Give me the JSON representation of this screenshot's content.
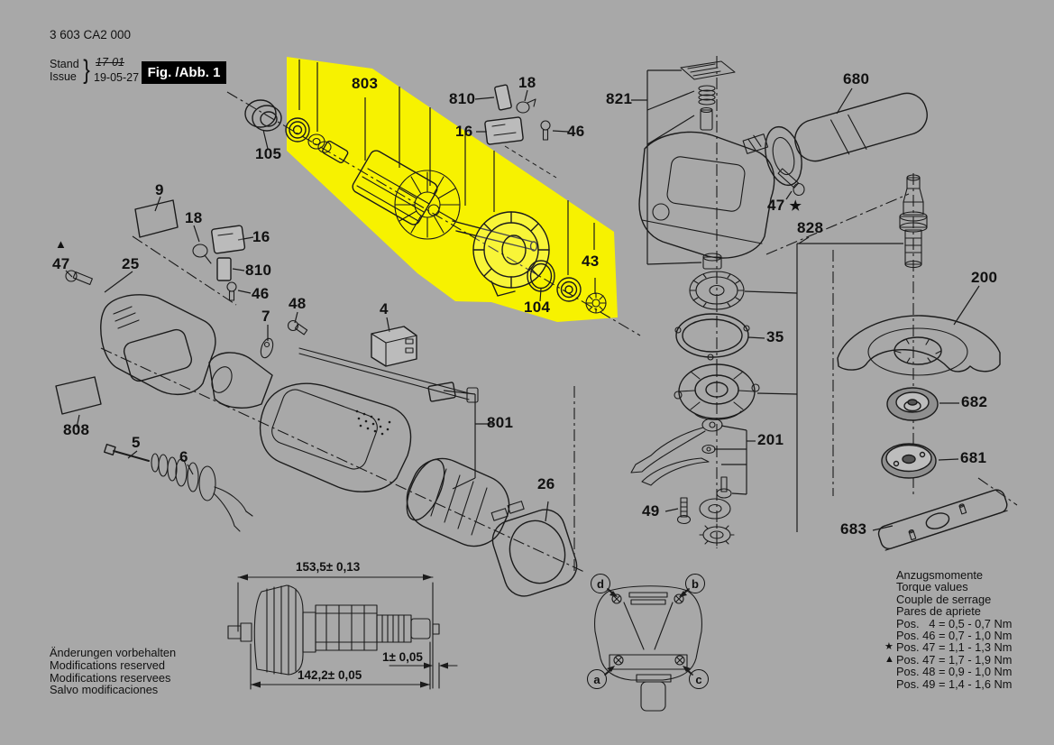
{
  "header": {
    "type_number": "3 603 CA2 000",
    "stand_label": "Stand",
    "issue_label": "Issue",
    "brace": "}",
    "old_issue": "17-01",
    "issue_date": "19-05-27",
    "figure_title": "Fig. /Abb. 1"
  },
  "colors": {
    "background": "#a8a8a8",
    "highlight": "#f7f200",
    "line": "#1b1b1b",
    "figure_box_bg": "#000000",
    "figure_box_fg": "#ffffff"
  },
  "part_labels": {
    "p803": "803",
    "p810_top": "810",
    "p18_top": "18",
    "p16_top": "16",
    "p46_top": "46",
    "p821": "821",
    "p680": "680",
    "p105": "105",
    "p9": "9",
    "p18_left": "18",
    "p16_left": "16",
    "p810_left": "810",
    "p46_left": "46",
    "p47_left": "47",
    "p47_left_marker": "▲",
    "p25": "25",
    "p47_right": "47",
    "p47_right_marker": "★",
    "p828": "828",
    "p200": "200",
    "p43": "43",
    "p104": "104",
    "p35": "35",
    "p682": "682",
    "p681": "681",
    "p808": "808",
    "p48": "48",
    "p7": "7",
    "p4": "4",
    "p801": "801",
    "p5": "5",
    "p6": "6",
    "p201": "201",
    "p26": "26",
    "p49": "49",
    "p683": "683"
  },
  "dimensions": {
    "overall": "153,5± 0,13",
    "armature": "142,2± 0,05",
    "gap": "1± 0,05"
  },
  "view_markers": {
    "a": "a",
    "b": "b",
    "c": "c",
    "d": "d"
  },
  "notes": [
    "Änderungen vorbehalten",
    "Modifications reserved",
    "Modifications reservees",
    "Salvo modificaciones"
  ],
  "torque": {
    "title_lines": [
      "Anzugsmomente",
      "Torque values",
      "Couple de serrage",
      "Pares de apriete"
    ],
    "rows": [
      {
        "marker": "",
        "text": "Pos.   4 = 0,5 - 0,7 Nm"
      },
      {
        "marker": "",
        "text": "Pos. 46 = 0,7 - 1,0 Nm"
      },
      {
        "marker": "★",
        "text": "Pos. 47 = 1,1 - 1,3 Nm"
      },
      {
        "marker": "▲",
        "text": "Pos. 47 = 1,7 - 1,9 Nm"
      },
      {
        "marker": "",
        "text": "Pos. 48 = 0,9 - 1,0 Nm"
      },
      {
        "marker": "",
        "text": "Pos. 49 = 1,4 - 1,6 Nm"
      }
    ]
  }
}
